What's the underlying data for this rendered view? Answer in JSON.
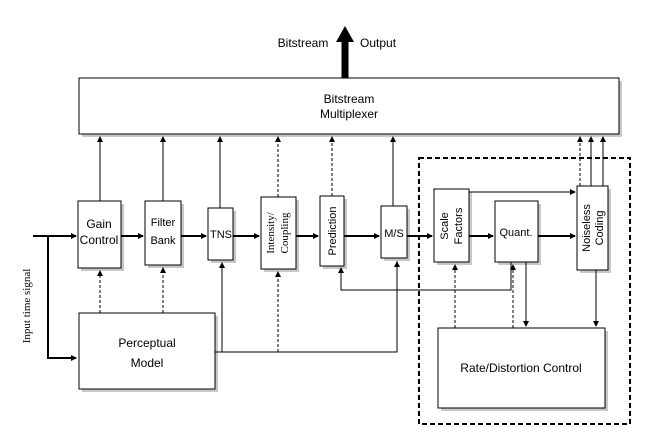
{
  "output": {
    "bitstream_label": "Bitstream",
    "output_label": "Output"
  },
  "input_label": "Input time signal",
  "blocks": {
    "multiplexer": [
      "Bitstream",
      "Multiplexer"
    ],
    "gain_control": [
      "Gain",
      "Control"
    ],
    "filter_bank": [
      "Filter",
      "Bank"
    ],
    "tns": "TNS",
    "intensity_coupling": [
      "Intensity/",
      "Coupling"
    ],
    "prediction": "Prediction",
    "ms": "M/S",
    "scale_factors": [
      "Scale",
      "Factors"
    ],
    "quant": "Quant.",
    "noiseless_coding": [
      "Noiseless",
      "Coding"
    ],
    "perceptual_model": [
      "Perceptual",
      "Model"
    ],
    "rate_distortion": "Rate/Distortion Control"
  }
}
